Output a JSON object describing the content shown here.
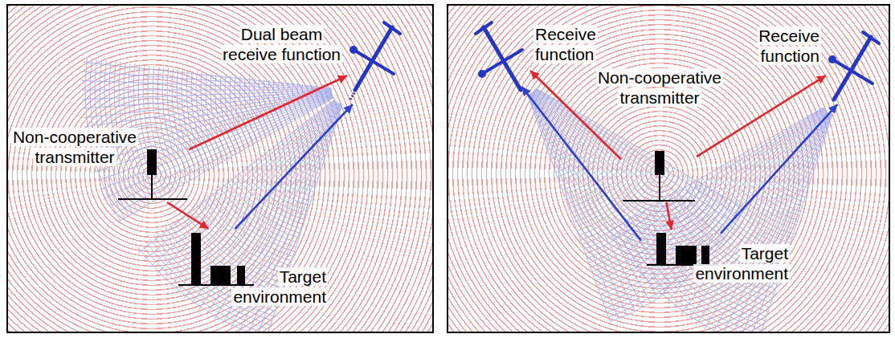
{
  "diagram": {
    "nodes": [
      {
        "text": [
          "Dual beam receive function"
        ]
      },
      {
        "text": [
          "Non-cooperative transmitter"
        ]
      },
      {
        "text": [
          "Target environment"
        ]
      },
      {
        "text": [
          "Receive function"
        ]
      },
      {
        "text": [
          "Receive function"
        ]
      },
      {
        "text": [
          "Non-cooperative transmitter"
        ]
      },
      {
        "text": [
          "Target environment"
        ]
      }
    ],
    "edges": [
      {
        "from": 1,
        "to": 0,
        "arrow": "to"
      },
      {
        "from": 1,
        "to": 2,
        "arrow": "to"
      },
      {
        "from": 2,
        "to": 0,
        "arrow": "to"
      },
      {
        "from": 5,
        "to": 3,
        "arrow": "to"
      },
      {
        "from": 5,
        "to": 4,
        "arrow": "to"
      },
      {
        "from": 5,
        "to": 6,
        "arrow": "to"
      },
      {
        "from": 6,
        "to": 3,
        "arrow": "to"
      },
      {
        "from": 6,
        "to": 4,
        "arrow": "to"
      }
    ]
  }
}
